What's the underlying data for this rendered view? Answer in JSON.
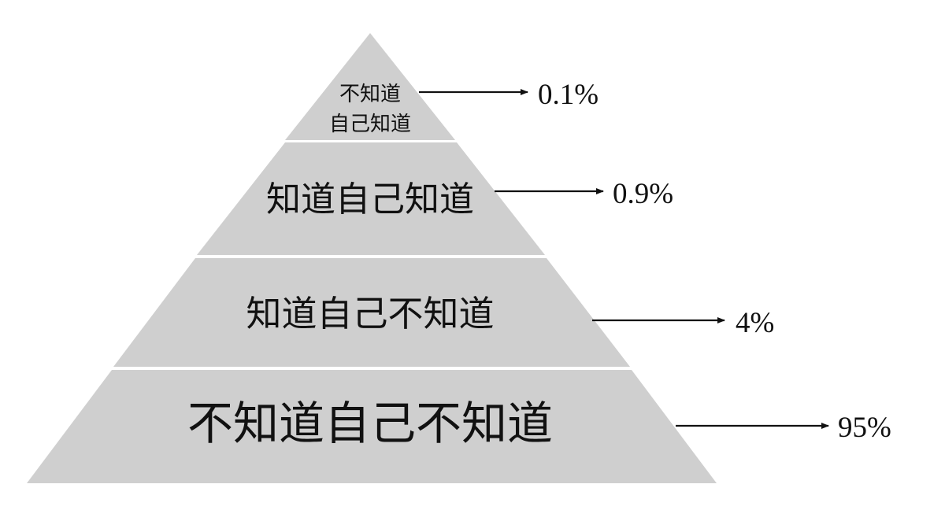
{
  "pyramid": {
    "fill_color": "#cfcfcf",
    "separator_color": "#ffffff",
    "text_color": "#111111",
    "arrow_color": "#111111",
    "tiers": [
      {
        "lines": [
          "不知道",
          "自己知道"
        ],
        "percent": "0.1%",
        "value": 0.1
      },
      {
        "lines": [
          "知道自己知道"
        ],
        "percent": "0.9%",
        "value": 0.9
      },
      {
        "lines": [
          "知道自己不知道"
        ],
        "percent": "4%",
        "value": 4
      },
      {
        "lines": [
          "不知道自己不知道"
        ],
        "percent": "95%",
        "value": 95
      }
    ]
  }
}
